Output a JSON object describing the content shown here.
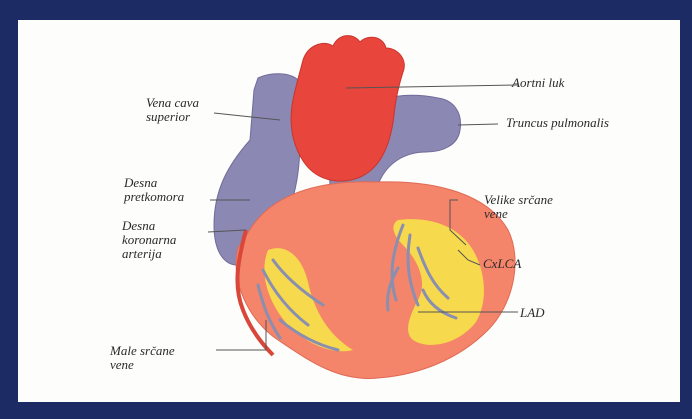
{
  "labels": {
    "aortni_luk": "Aortni luk",
    "truncus_pulmonalis": "Truncus pulmonalis",
    "vena_cava_superior": "Vena cava\nsuperior",
    "desna_pretkomora": "Desna\npretkomora",
    "desna_koronarna_arterija": "Desna\nkoronarna\narterija",
    "velike_srcane_vene": "Velike srčane\nvene",
    "cxlca": "CxLCA",
    "lad": "LAD",
    "male_srcane_vene": "Male srčane\nvene"
  },
  "colors": {
    "frame": "#1c2b63",
    "panel": "#fdfdfb",
    "aorta": "#e8453c",
    "vena_cava": "#8b88b3",
    "ventricle": "#f4846a",
    "fat": "#f6e24a",
    "veins": "#8a8fb0",
    "leader": "#555555"
  }
}
